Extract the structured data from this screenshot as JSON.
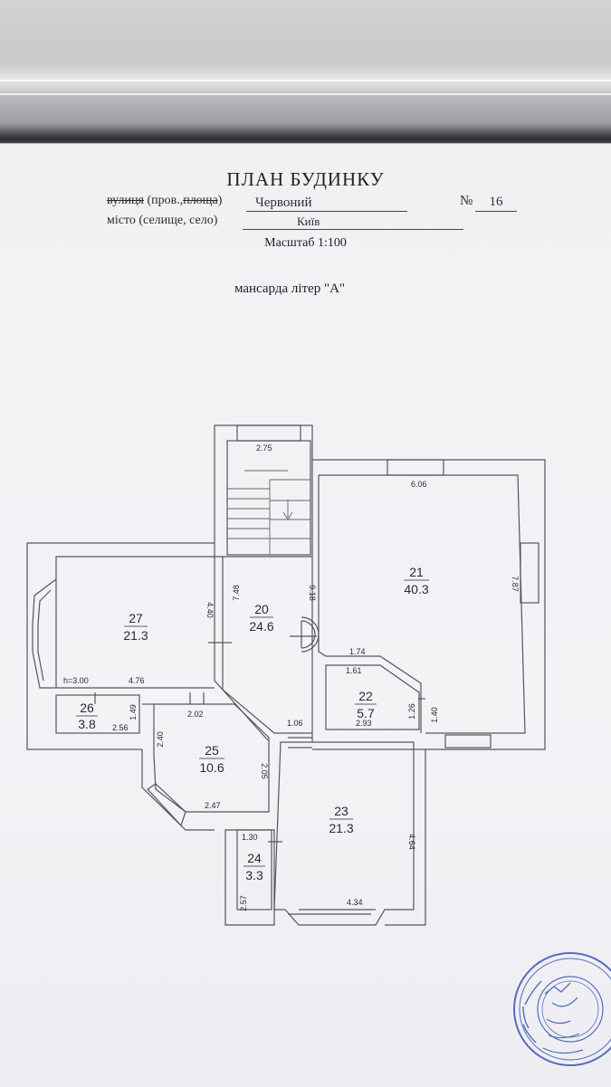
{
  "document": {
    "title": "ПЛАН БУДИНКУ",
    "street_label": "вулиця",
    "street_label_rest": " (пров.,",
    "square_label": "площа",
    "street_label_end": ")",
    "street_value": "Червоний",
    "number_label": "№",
    "number_value": "16",
    "city_label": "місто (селище, село)",
    "city_value": "Київ",
    "scale": "Масштаб 1:100",
    "floor_label": "мансарда літер \"А\""
  },
  "plan": {
    "rooms": [
      {
        "number": "20",
        "area": "24.6"
      },
      {
        "number": "21",
        "area": "40.3"
      },
      {
        "number": "22",
        "area": "5.7"
      },
      {
        "number": "23",
        "area": "21.3"
      },
      {
        "number": "24",
        "area": "3.3"
      },
      {
        "number": "25",
        "area": "10.6"
      },
      {
        "number": "26",
        "area": "3.8"
      },
      {
        "number": "27",
        "area": "21.3"
      }
    ],
    "dimensions": [
      "2.75",
      "6.06",
      "7.48",
      "9.18",
      "7.87",
      "4.40",
      "4.76",
      "1.74",
      "1.61",
      "1.26",
      "1.40",
      "2.93",
      "1.49",
      "2.56",
      "2.02",
      "2.40",
      "2.05",
      "2.47",
      "1.06",
      "1.30",
      "2.57",
      "4.64",
      "4.34"
    ],
    "ceiling_height": "h=3.00"
  },
  "colors": {
    "ink": "#2a2a35",
    "paper": "#f3f3f6",
    "stamp": "#3b55b8"
  }
}
